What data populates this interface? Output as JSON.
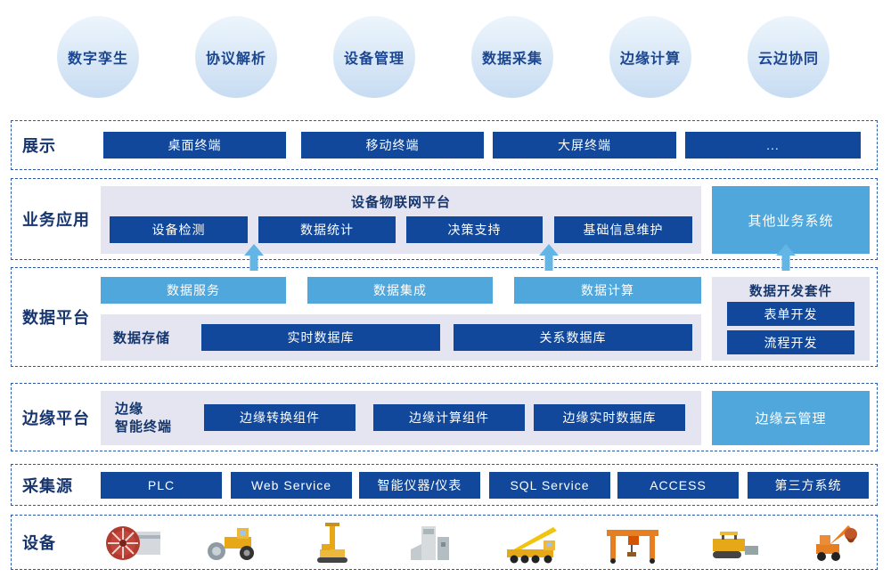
{
  "capabilities": [
    "数字孪生",
    "协议解析",
    "设备管理",
    "数据采集",
    "边缘计算",
    "云边协同"
  ],
  "display_row": {
    "label": "展示",
    "terminals": [
      "桌面终端",
      "移动终端",
      "大屏终端",
      "..."
    ]
  },
  "business_row": {
    "label": "业务应用",
    "platform_title": "设备物联网平台",
    "modules": [
      "设备检测",
      "数据统计",
      "决策支持",
      "基础信息维护"
    ],
    "other_system": "其他业务系统"
  },
  "data_row": {
    "label": "数据平台",
    "services": [
      "数据服务",
      "数据集成",
      "数据计算"
    ],
    "storage_label": "数据存储",
    "databases": [
      "实时数据库",
      "关系数据库"
    ],
    "devkit": {
      "title": "数据开发套件",
      "items": [
        "表单开发",
        "流程开发"
      ]
    }
  },
  "edge_row": {
    "label": "边缘平台",
    "terminal_label": "边缘\n智能终端",
    "components": [
      "边缘转换组件",
      "边缘计算组件",
      "边缘实时数据库"
    ],
    "cloud_mgmt": "边缘云管理"
  },
  "source_row": {
    "label": "采集源",
    "sources": [
      "PLC",
      "Web Service",
      "智能仪器/仪表",
      "SQL Service",
      "ACCESS",
      "第三方系统"
    ]
  },
  "equipment_row": {
    "label": "设备",
    "icons": [
      "tunnel-boring-machine-icon",
      "road-roller-icon",
      "drill-rig-icon",
      "mixing-plant-icon",
      "truck-crane-icon",
      "gantry-crane-icon",
      "paver-icon",
      "grab-handler-icon"
    ]
  },
  "colors": {
    "dark_blue": "#11489B",
    "light_blue": "#4FA7DB",
    "panel": "#E5E5F1",
    "arrow": "#62B5E5"
  }
}
